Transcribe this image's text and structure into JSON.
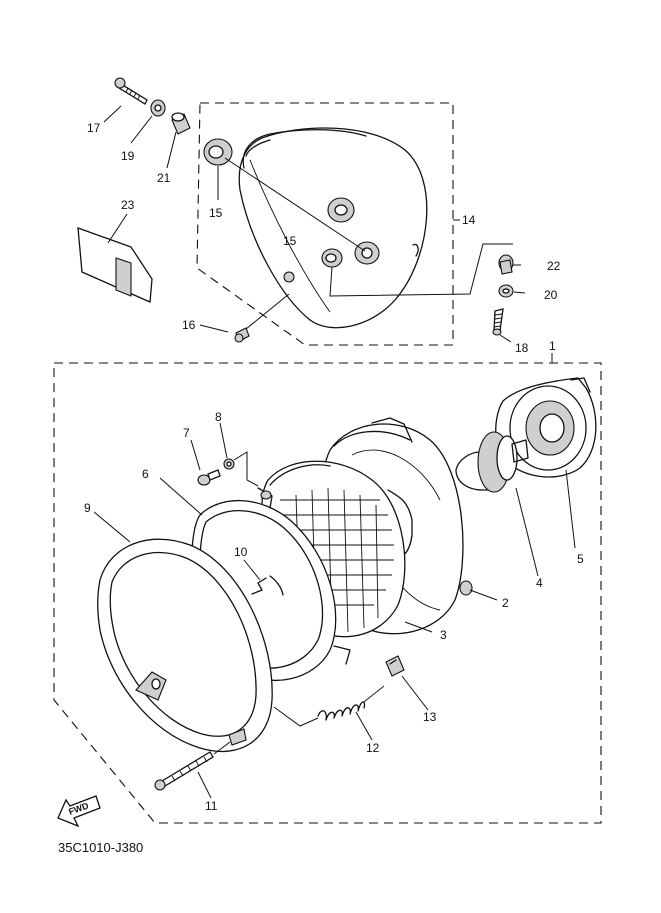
{
  "diagram_code": "35C1010-J380",
  "fwd_label": "FWD",
  "callouts": {
    "c1": "1",
    "c2": "2",
    "c3": "3",
    "c4": "4",
    "c5": "5",
    "c6": "6",
    "c7": "7",
    "c8": "8",
    "c9": "9",
    "c10": "10",
    "c11": "11",
    "c12": "12",
    "c13": "13",
    "c14": "14",
    "c15a": "15",
    "c15b": "15",
    "c16": "16",
    "c17": "17",
    "c18": "18",
    "c19": "19",
    "c20": "20",
    "c21": "21",
    "c22": "22",
    "c23": "23"
  }
}
